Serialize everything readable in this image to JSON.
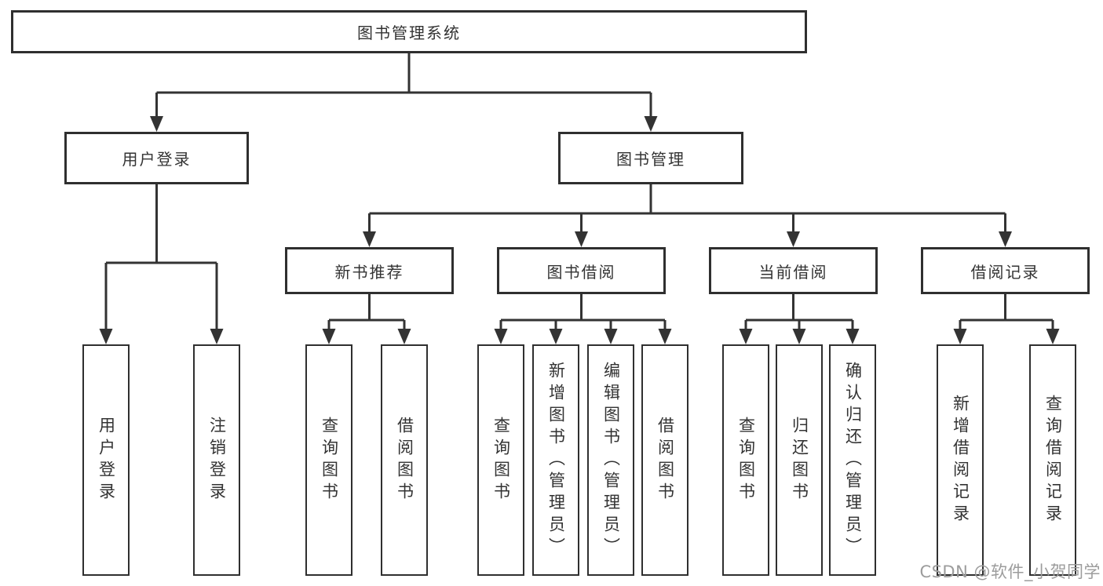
{
  "diagram": {
    "title_node": {
      "label": "图书管理系统"
    },
    "level2": {
      "user_login": {
        "label": "用户登录"
      },
      "book_mgmt": {
        "label": "图书管理"
      }
    },
    "level3": {
      "new_book_rec": {
        "label": "新书推荐"
      },
      "book_borrow": {
        "label": "图书借阅"
      },
      "current_borrow": {
        "label": "当前借阅"
      },
      "borrow_records": {
        "label": "借阅记录"
      }
    },
    "leaves": {
      "user_login": {
        "label": "用户登录"
      },
      "logout": {
        "label": "注销登录"
      },
      "nbr_query_book": {
        "label": "查询图书"
      },
      "nbr_borrow_book": {
        "label": "借阅图书"
      },
      "bb_query_book": {
        "label": "查询图书"
      },
      "bb_add_book": {
        "label": "新增图书（管理员）"
      },
      "bb_edit_book": {
        "label": "编辑图书（管理员）"
      },
      "bb_borrow_book": {
        "label": "借阅图书"
      },
      "cb_query_book": {
        "label": "查询图书"
      },
      "cb_return_book": {
        "label": "归还图书"
      },
      "cb_confirm_return": {
        "label": "确认归还（管理员）"
      },
      "br_add_record": {
        "label": "新增借阅记录"
      },
      "br_query_record": {
        "label": "查询借阅记录"
      }
    },
    "watermark": "CSDN @软件_小贺同学",
    "colors": {
      "line": "#333333",
      "text": "#333333",
      "watermark": "#9c9c9c",
      "background": "#ffffff"
    }
  }
}
